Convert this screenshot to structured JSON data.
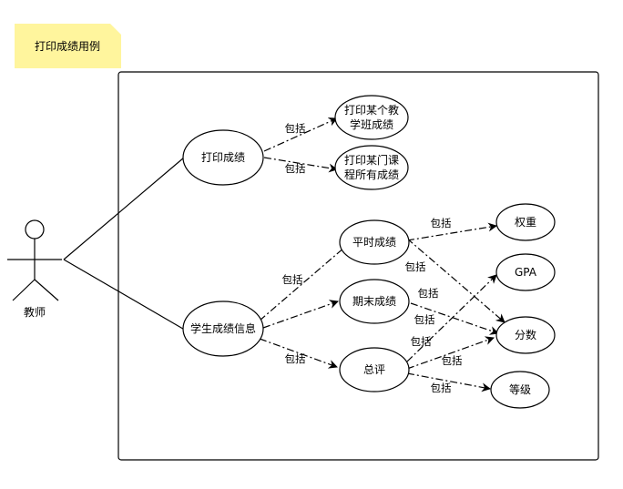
{
  "note": {
    "text": "打印成绩用例",
    "color": "#FFF59D"
  },
  "actor": {
    "label": "教师"
  },
  "use_cases": {
    "print_grades": "打印成绩",
    "print_class_line1": "打印某个教",
    "print_class_line2": "学班成绩",
    "print_course_line1": "打印某门课",
    "print_course_line2": "程所有成绩",
    "student_info": "学生成绩信息",
    "usual": "平时成绩",
    "final": "期末成绩",
    "total": "总评",
    "weight": "权重",
    "gpa": "GPA",
    "score": "分数",
    "grade": "等级"
  },
  "relations": {
    "include": "包括"
  }
}
